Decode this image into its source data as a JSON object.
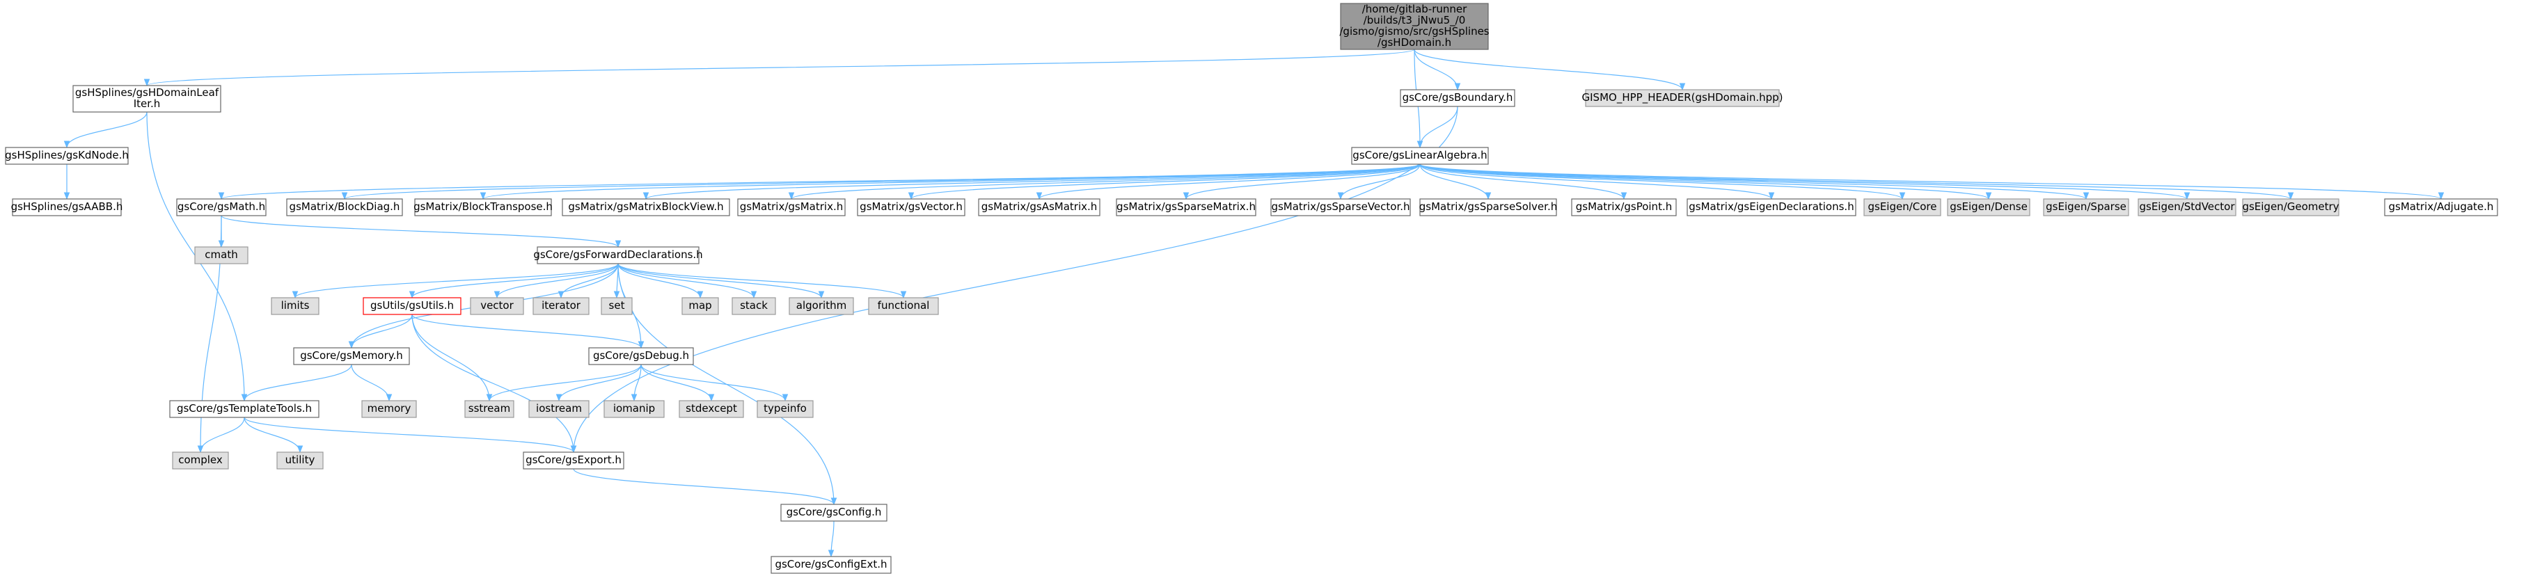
{
  "colors": {
    "edge": "#63b8ff",
    "node_border": "#666666",
    "node_fill": "#ffffff",
    "system_fill": "#e0e0e0",
    "system_border": "#999999",
    "root_fill": "#999999",
    "root_border": "#666666",
    "highlight_border": "#ff0000"
  },
  "nodes": [
    {
      "id": "root",
      "lines": [
        "/home/gitlab-runner",
        "/builds/t3_jNwu5_/0",
        "/gismo/gismo/src/gsHSplines",
        "/gsHDomain.h"
      ],
      "kind": "root"
    },
    {
      "id": "hdomainleaf",
      "lines": [
        "gsHSplines/gsHDomainLeaf",
        "Iter.h"
      ],
      "kind": "normal"
    },
    {
      "id": "boundary",
      "lines": [
        "gsCore/gsBoundary.h"
      ],
      "kind": "normal"
    },
    {
      "id": "gismo_hpp",
      "lines": [
        "GISMO_HPP_HEADER(gsHDomain.hpp)"
      ],
      "kind": "system"
    },
    {
      "id": "kdnode",
      "lines": [
        "gsHSplines/gsKdNode.h"
      ],
      "kind": "normal"
    },
    {
      "id": "aabb",
      "lines": [
        "gsHSplines/gsAABB.h"
      ],
      "kind": "normal"
    },
    {
      "id": "linalg",
      "lines": [
        "gsCore/gsLinearAlgebra.h"
      ],
      "kind": "normal"
    },
    {
      "id": "gsmath",
      "lines": [
        "gsCore/gsMath.h"
      ],
      "kind": "normal"
    },
    {
      "id": "blockdiag",
      "lines": [
        "gsMatrix/BlockDiag.h"
      ],
      "kind": "normal"
    },
    {
      "id": "blocktranspose",
      "lines": [
        "gsMatrix/BlockTranspose.h"
      ],
      "kind": "normal"
    },
    {
      "id": "matblockview",
      "lines": [
        "gsMatrix/gsMatrixBlockView.h"
      ],
      "kind": "normal"
    },
    {
      "id": "gsmatrix",
      "lines": [
        "gsMatrix/gsMatrix.h"
      ],
      "kind": "normal"
    },
    {
      "id": "gsvector",
      "lines": [
        "gsMatrix/gsVector.h"
      ],
      "kind": "normal"
    },
    {
      "id": "asmatrix",
      "lines": [
        "gsMatrix/gsAsMatrix.h"
      ],
      "kind": "normal"
    },
    {
      "id": "sparsematrix",
      "lines": [
        "gsMatrix/gsSparseMatrix.h"
      ],
      "kind": "normal"
    },
    {
      "id": "sparsevector",
      "lines": [
        "gsMatrix/gsSparseVector.h"
      ],
      "kind": "normal"
    },
    {
      "id": "sparsesolver",
      "lines": [
        "gsMatrix/gsSparseSolver.h"
      ],
      "kind": "normal"
    },
    {
      "id": "gspoint",
      "lines": [
        "gsMatrix/gsPoint.h"
      ],
      "kind": "normal"
    },
    {
      "id": "eigendecl",
      "lines": [
        "gsMatrix/gsEigenDeclarations.h"
      ],
      "kind": "normal"
    },
    {
      "id": "eigencore",
      "lines": [
        "gsEigen/Core"
      ],
      "kind": "system"
    },
    {
      "id": "eigendense",
      "lines": [
        "gsEigen/Dense"
      ],
      "kind": "system"
    },
    {
      "id": "eigensparse",
      "lines": [
        "gsEigen/Sparse"
      ],
      "kind": "system"
    },
    {
      "id": "eigenstdvector",
      "lines": [
        "gsEigen/StdVector"
      ],
      "kind": "system"
    },
    {
      "id": "eigengeometry",
      "lines": [
        "gsEigen/Geometry"
      ],
      "kind": "system"
    },
    {
      "id": "adjugate",
      "lines": [
        "gsMatrix/Adjugate.h"
      ],
      "kind": "normal"
    },
    {
      "id": "cmath",
      "lines": [
        "cmath"
      ],
      "kind": "system"
    },
    {
      "id": "fwddecl",
      "lines": [
        "gsCore/gsForwardDeclarations.h"
      ],
      "kind": "normal"
    },
    {
      "id": "limits",
      "lines": [
        "limits"
      ],
      "kind": "system"
    },
    {
      "id": "gsutils",
      "lines": [
        "gsUtils/gsUtils.h"
      ],
      "kind": "highlight"
    },
    {
      "id": "vector",
      "lines": [
        "vector"
      ],
      "kind": "system"
    },
    {
      "id": "iterator",
      "lines": [
        "iterator"
      ],
      "kind": "system"
    },
    {
      "id": "set",
      "lines": [
        "set"
      ],
      "kind": "system"
    },
    {
      "id": "map",
      "lines": [
        "map"
      ],
      "kind": "system"
    },
    {
      "id": "stack",
      "lines": [
        "stack"
      ],
      "kind": "system"
    },
    {
      "id": "algorithm",
      "lines": [
        "algorithm"
      ],
      "kind": "system"
    },
    {
      "id": "functional",
      "lines": [
        "functional"
      ],
      "kind": "system"
    },
    {
      "id": "gsmemory",
      "lines": [
        "gsCore/gsMemory.h"
      ],
      "kind": "normal"
    },
    {
      "id": "gsdebug",
      "lines": [
        "gsCore/gsDebug.h"
      ],
      "kind": "normal"
    },
    {
      "id": "memory",
      "lines": [
        "memory"
      ],
      "kind": "system"
    },
    {
      "id": "templatetools",
      "lines": [
        "gsCore/gsTemplateTools.h"
      ],
      "kind": "normal"
    },
    {
      "id": "sstream",
      "lines": [
        "sstream"
      ],
      "kind": "system"
    },
    {
      "id": "iostream",
      "lines": [
        "iostream"
      ],
      "kind": "system"
    },
    {
      "id": "iomanip",
      "lines": [
        "iomanip"
      ],
      "kind": "system"
    },
    {
      "id": "stdexcept",
      "lines": [
        "stdexcept"
      ],
      "kind": "system"
    },
    {
      "id": "typeinfo",
      "lines": [
        "typeinfo"
      ],
      "kind": "system"
    },
    {
      "id": "complex",
      "lines": [
        "complex"
      ],
      "kind": "system"
    },
    {
      "id": "utility",
      "lines": [
        "utility"
      ],
      "kind": "system"
    },
    {
      "id": "gsexport",
      "lines": [
        "gsCore/gsExport.h"
      ],
      "kind": "normal"
    },
    {
      "id": "gsconfig",
      "lines": [
        "gsCore/gsConfig.h"
      ],
      "kind": "normal"
    },
    {
      "id": "gsconfigext",
      "lines": [
        "gsCore/gsConfigExt.h"
      ],
      "kind": "normal"
    }
  ],
  "edges": [
    [
      "root",
      "hdomainleaf"
    ],
    [
      "root",
      "boundary"
    ],
    [
      "root",
      "gismo_hpp"
    ],
    [
      "root",
      "linalg"
    ],
    [
      "hdomainleaf",
      "kdnode"
    ],
    [
      "hdomainleaf",
      "templatetools"
    ],
    [
      "kdnode",
      "aabb"
    ],
    [
      "boundary",
      "linalg"
    ],
    [
      "boundary",
      "gsexport"
    ],
    [
      "linalg",
      "gsmath"
    ],
    [
      "linalg",
      "blockdiag"
    ],
    [
      "linalg",
      "blocktranspose"
    ],
    [
      "linalg",
      "matblockview"
    ],
    [
      "linalg",
      "gsmatrix"
    ],
    [
      "linalg",
      "gsvector"
    ],
    [
      "linalg",
      "asmatrix"
    ],
    [
      "linalg",
      "sparsematrix"
    ],
    [
      "linalg",
      "sparsevector"
    ],
    [
      "linalg",
      "sparsesolver"
    ],
    [
      "linalg",
      "gspoint"
    ],
    [
      "linalg",
      "eigendecl"
    ],
    [
      "linalg",
      "eigencore"
    ],
    [
      "linalg",
      "eigendense"
    ],
    [
      "linalg",
      "eigensparse"
    ],
    [
      "linalg",
      "eigenstdvector"
    ],
    [
      "linalg",
      "eigengeometry"
    ],
    [
      "linalg",
      "adjugate"
    ],
    [
      "gsmath",
      "cmath"
    ],
    [
      "gsmath",
      "fwddecl"
    ],
    [
      "gsmath",
      "complex"
    ],
    [
      "fwddecl",
      "limits"
    ],
    [
      "fwddecl",
      "gsutils"
    ],
    [
      "fwddecl",
      "vector"
    ],
    [
      "fwddecl",
      "iterator"
    ],
    [
      "fwddecl",
      "set"
    ],
    [
      "fwddecl",
      "map"
    ],
    [
      "fwddecl",
      "stack"
    ],
    [
      "fwddecl",
      "algorithm"
    ],
    [
      "fwddecl",
      "functional"
    ],
    [
      "fwddecl",
      "gsmemory"
    ],
    [
      "fwddecl",
      "gsdebug"
    ],
    [
      "fwddecl",
      "gsconfig"
    ],
    [
      "gsutils",
      "gsmemory"
    ],
    [
      "gsutils",
      "gsdebug"
    ],
    [
      "gsutils",
      "sstream"
    ],
    [
      "gsutils",
      "gsexport"
    ],
    [
      "gsmemory",
      "memory"
    ],
    [
      "gsmemory",
      "templatetools"
    ],
    [
      "gsdebug",
      "sstream"
    ],
    [
      "gsdebug",
      "iostream"
    ],
    [
      "gsdebug",
      "iomanip"
    ],
    [
      "gsdebug",
      "stdexcept"
    ],
    [
      "gsdebug",
      "typeinfo"
    ],
    [
      "templatetools",
      "complex"
    ],
    [
      "templatetools",
      "utility"
    ],
    [
      "templatetools",
      "gsexport"
    ],
    [
      "gsexport",
      "gsconfig"
    ],
    [
      "gsconfig",
      "gsconfigext"
    ]
  ]
}
